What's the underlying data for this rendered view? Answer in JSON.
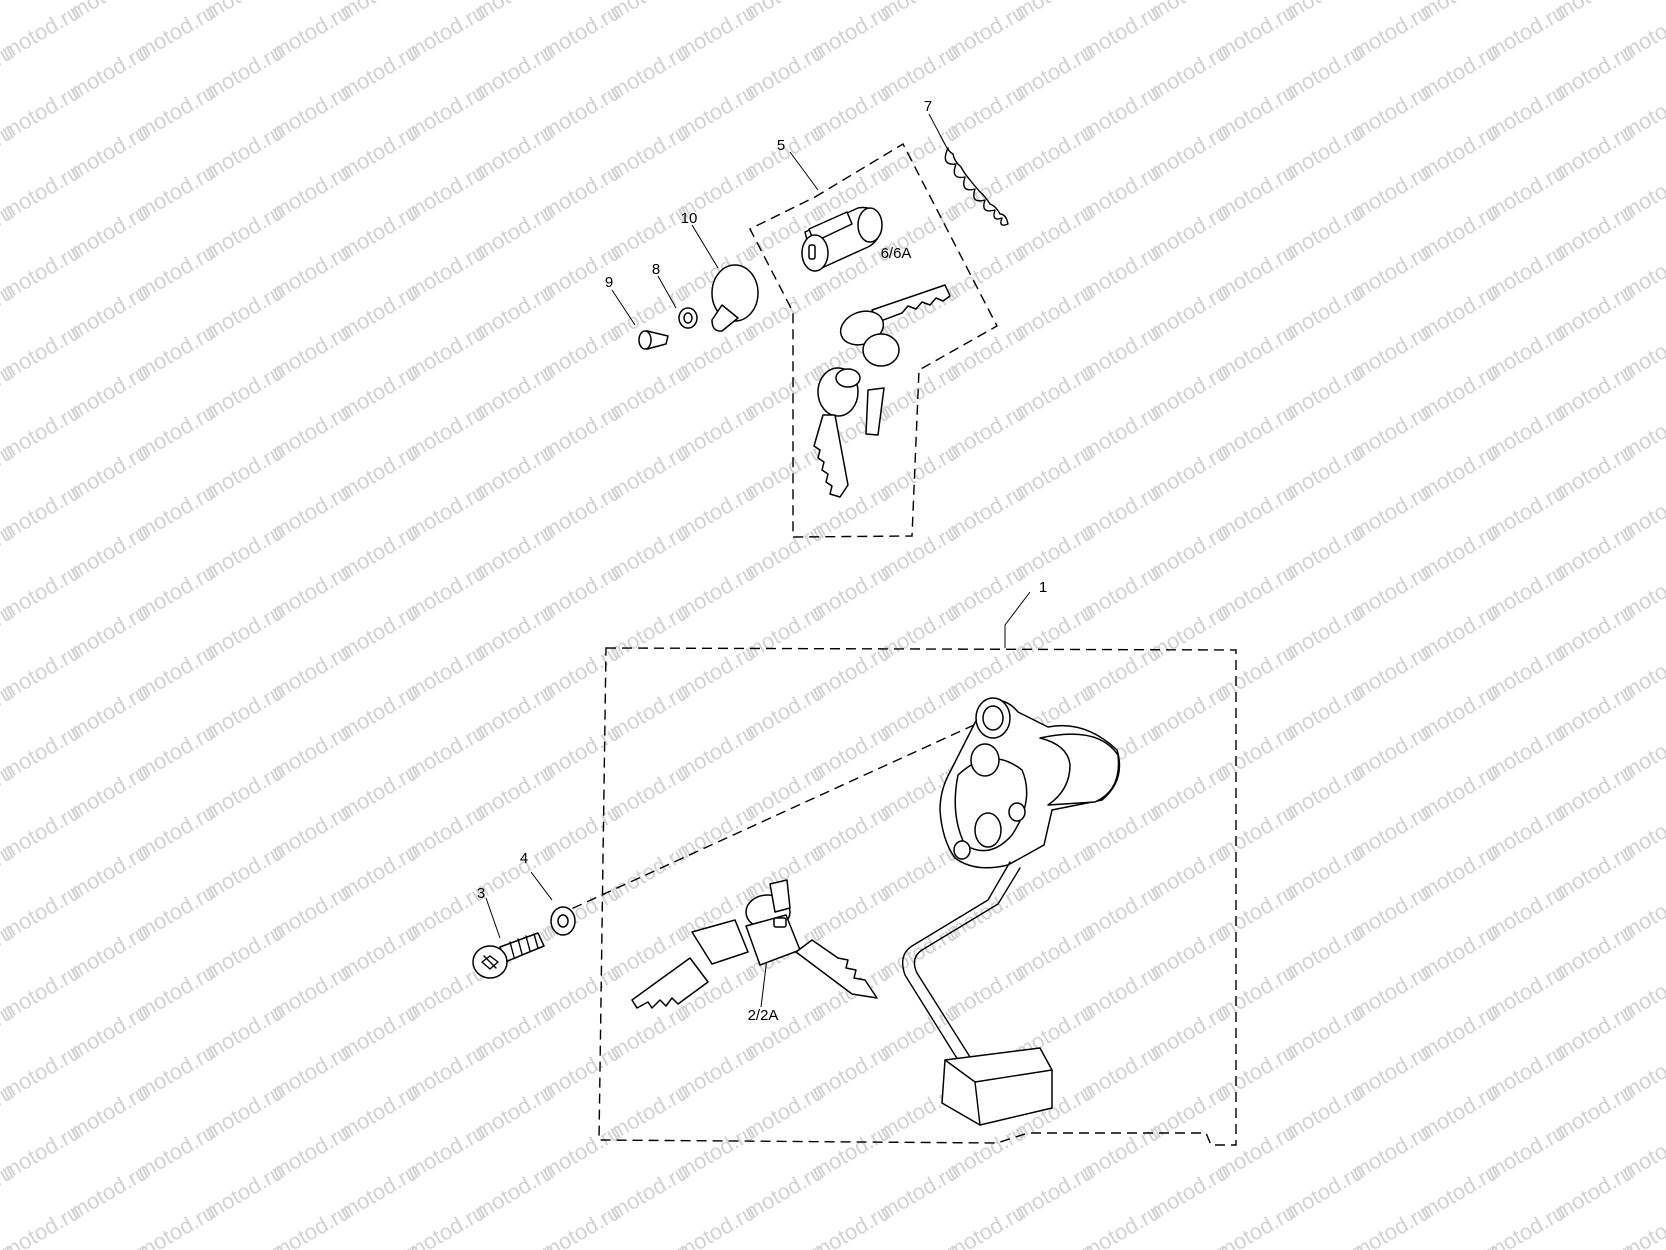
{
  "watermark": {
    "text": "motod.ru"
  },
  "callouts": [
    {
      "id": "1",
      "label": "1"
    },
    {
      "id": "2",
      "label": "2/2A"
    },
    {
      "id": "3",
      "label": "3"
    },
    {
      "id": "4",
      "label": "4"
    },
    {
      "id": "5",
      "label": "5"
    },
    {
      "id": "6",
      "label": "6/6A"
    },
    {
      "id": "7",
      "label": "7"
    },
    {
      "id": "8",
      "label": "8"
    },
    {
      "id": "9",
      "label": "9"
    },
    {
      "id": "10",
      "label": "10"
    }
  ]
}
